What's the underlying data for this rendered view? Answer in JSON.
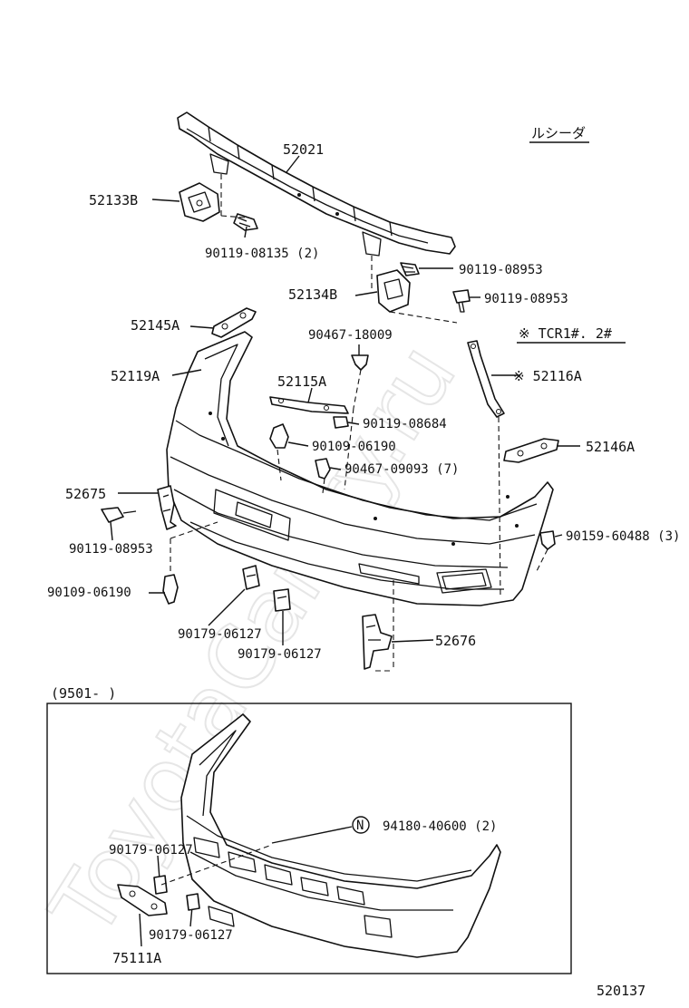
{
  "watermark": "ToyotaCamry.ru",
  "region_note": "ルシーダ",
  "variant_note": "※ TCR1#. 2#",
  "inset_title": "(9501-     )",
  "figure_code": "520137",
  "labels": {
    "p52021": "52021",
    "p52133b": "52133B",
    "p90119_08135": "90119-08135 (2)",
    "p90119_08953_a": "90119-08953",
    "p52134b": "52134B",
    "p90119_08953_b": "90119-08953",
    "p52145a": "52145A",
    "p90467_18009": "90467-18009",
    "p52119a": "52119A",
    "p52115a": "52115A",
    "p52116a": "※ 52116A",
    "p90119_08684": "90119-08684",
    "p90109_06190_a": "90109-06190",
    "p52146a": "52146A",
    "p90467_09093": "90467-09093 (7)",
    "p52675": "52675",
    "p90159_60488": "90159-60488 (3)",
    "p90119_08953_c": "90119-08953",
    "p90109_06190_b": "90109-06190",
    "p90179_06127_a": "90179-06127",
    "p90179_06127_b": "90179-06127",
    "p52676": "52676",
    "p94180_40600": "94180-40600 (2)",
    "p90179_06127_c": "90179-06127",
    "p90179_06127_d": "90179-06127",
    "p75111a": "75111A",
    "n_circle": "N"
  }
}
